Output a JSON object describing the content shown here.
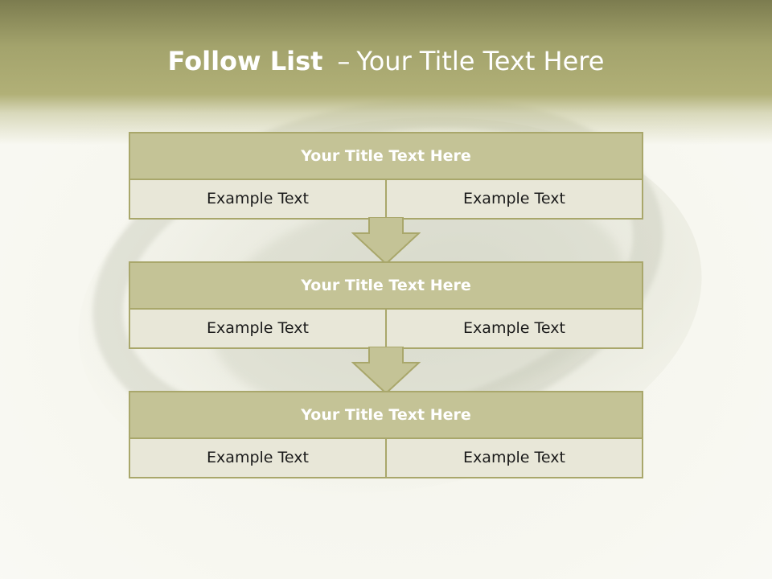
{
  "slide": {
    "title_bold": "Follow List",
    "title_separator": "–",
    "title_rest": "Your Title Text Here"
  },
  "blocks": [
    {
      "title": "Your Title Text Here",
      "cells": [
        "Example Text",
        "Example Text"
      ]
    },
    {
      "title": "Your Title Text Here",
      "cells": [
        "Example Text",
        "Example Text"
      ]
    },
    {
      "title": "Your Title Text Here",
      "cells": [
        "Example Text",
        "Example Text"
      ]
    }
  ],
  "colors": {
    "header_top": "#7c7c4f",
    "header_bottom": "#b1b077",
    "block_title_fill": "#c4c396",
    "block_cell_fill": "#e8e7d8",
    "border": "#a9a76b",
    "title_text": "#ffffff",
    "cell_text": "#1a1a1a"
  }
}
